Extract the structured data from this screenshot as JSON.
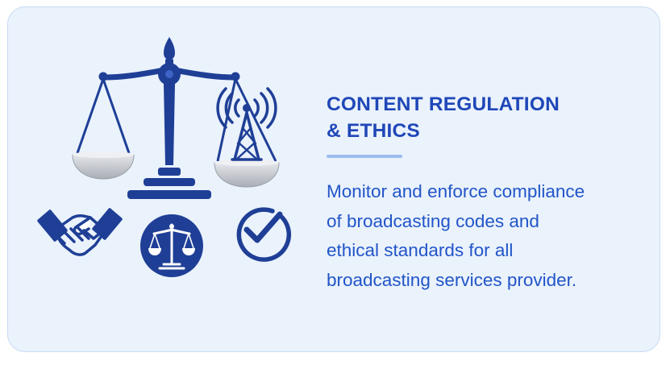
{
  "card": {
    "title_lines": [
      "CONTENT REGULATION",
      "& ETHICS"
    ],
    "description_lines": [
      "Monitor and enforce compliance",
      "of broadcasting codes and",
      "ethical standards for all",
      "broadcasting services provider."
    ]
  },
  "icons": {
    "main": "balance-scale-icon",
    "tower": "broadcast-tower-icon",
    "handshake": "handshake-icon",
    "badge": "justice-scale-badge-icon",
    "check": "checkmark-circle-icon"
  },
  "colors": {
    "background": "#eaf2fc",
    "title": "#1f47b8",
    "text": "#2155c8",
    "icon": "#1f3f96",
    "pan": "#c9ccd2",
    "divider": "#9dbcf0"
  }
}
